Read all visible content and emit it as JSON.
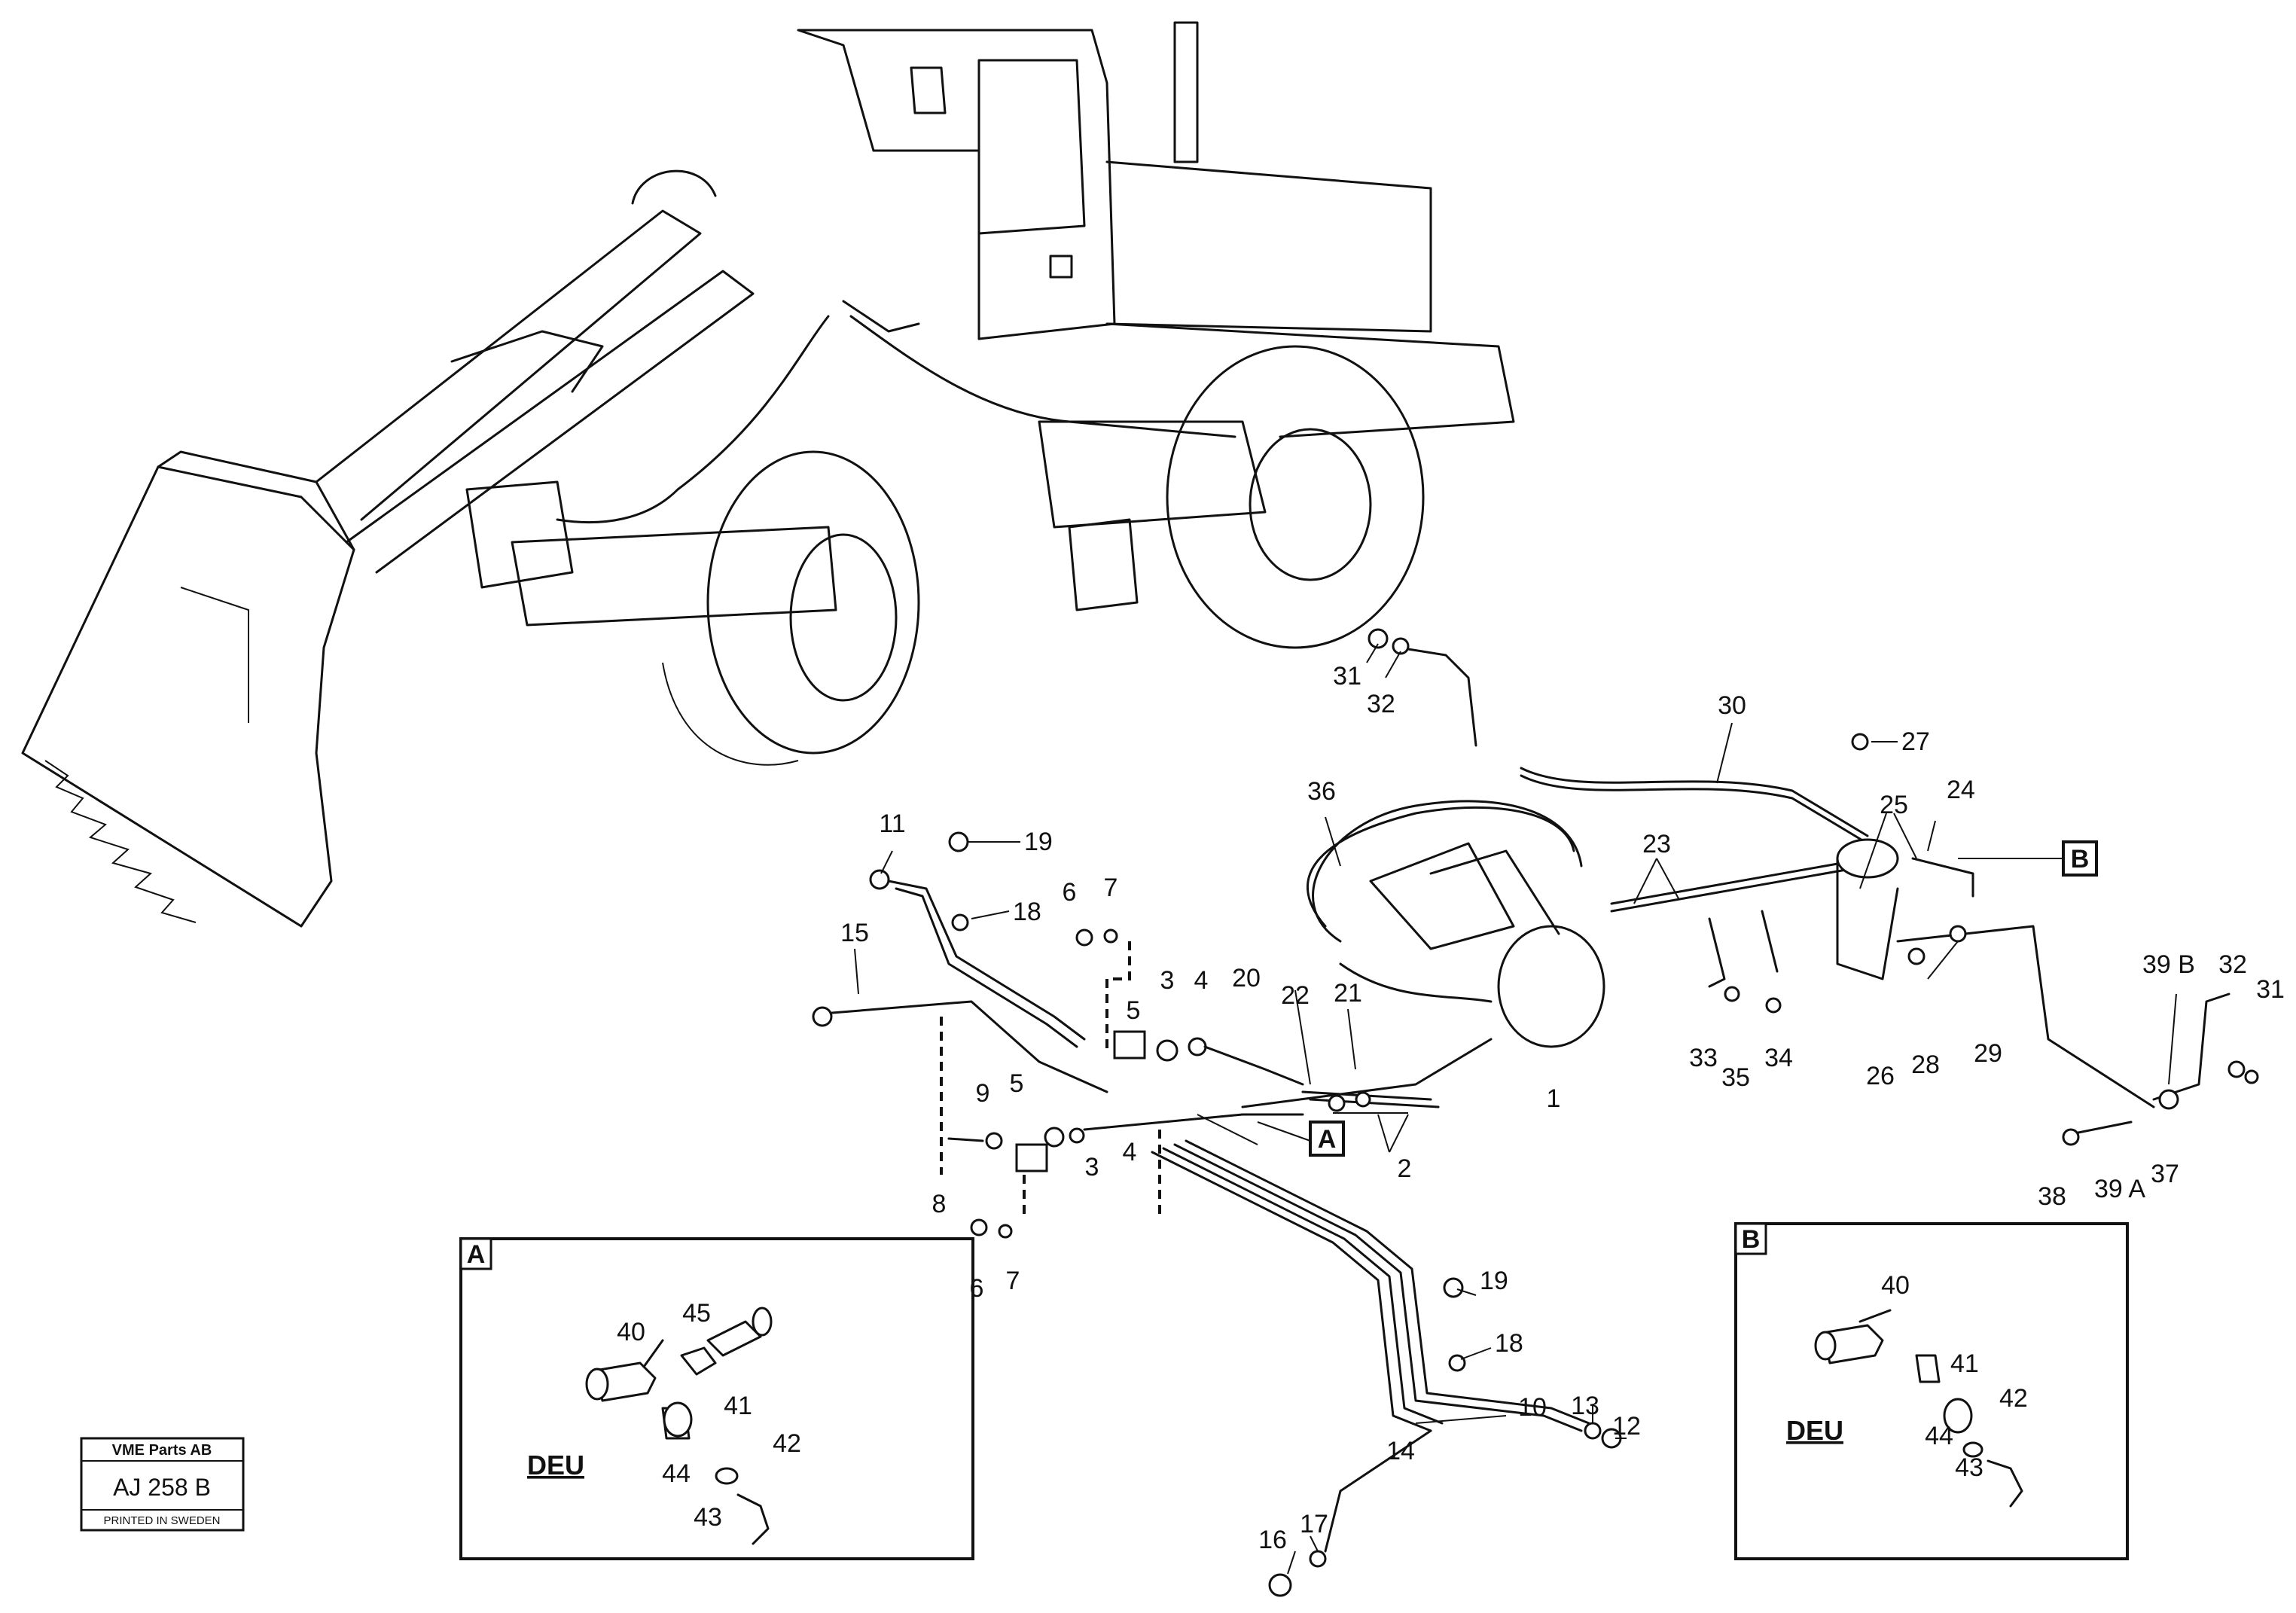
{
  "stamp": {
    "company": "VME Parts AB",
    "code": "AJ 258  B",
    "printed": "PRINTED IN SWEDEN"
  },
  "callout_boxes": {
    "a": "A",
    "b": "B"
  },
  "insets": {
    "a": {
      "letter": "A",
      "deu": "DEU",
      "labels": {
        "l40": "40",
        "l45": "45",
        "l41": "41",
        "l42": "42",
        "l44": "44",
        "l43": "43"
      }
    },
    "b": {
      "letter": "B",
      "deu": "DEU",
      "labels": {
        "l40": "40",
        "l41": "41",
        "l42": "42",
        "l44": "44",
        "l43": "43"
      }
    }
  },
  "labels": {
    "n31a": "31",
    "n32a": "32",
    "n30": "30",
    "n27": "27",
    "n25": "25",
    "n24": "24",
    "n36": "36",
    "n23": "23",
    "n11": "11",
    "n19a": "19",
    "n18a": "18",
    "n6a": "6",
    "n7a": "7",
    "n15": "15",
    "n5a": "5",
    "n3a": "3",
    "n4a": "4",
    "n20": "20",
    "n22": "22",
    "n21": "21",
    "n9": "9",
    "n5b": "5",
    "n3b": "3",
    "n4b": "4",
    "n8": "8",
    "n2": "2",
    "n1": "1",
    "n33": "33",
    "n35": "35",
    "n34": "34",
    "n26": "26",
    "n28": "28",
    "n29": "29",
    "n39b": "39 B",
    "n32b": "32",
    "n31b": "31",
    "n38": "38",
    "n39a": "39 A",
    "n37": "37",
    "n6b": "6",
    "n7b": "7",
    "n19b": "19",
    "n18b": "18",
    "n10": "10",
    "n13": "13",
    "n12": "12",
    "n14": "14",
    "n16": "16",
    "n17": "17"
  }
}
